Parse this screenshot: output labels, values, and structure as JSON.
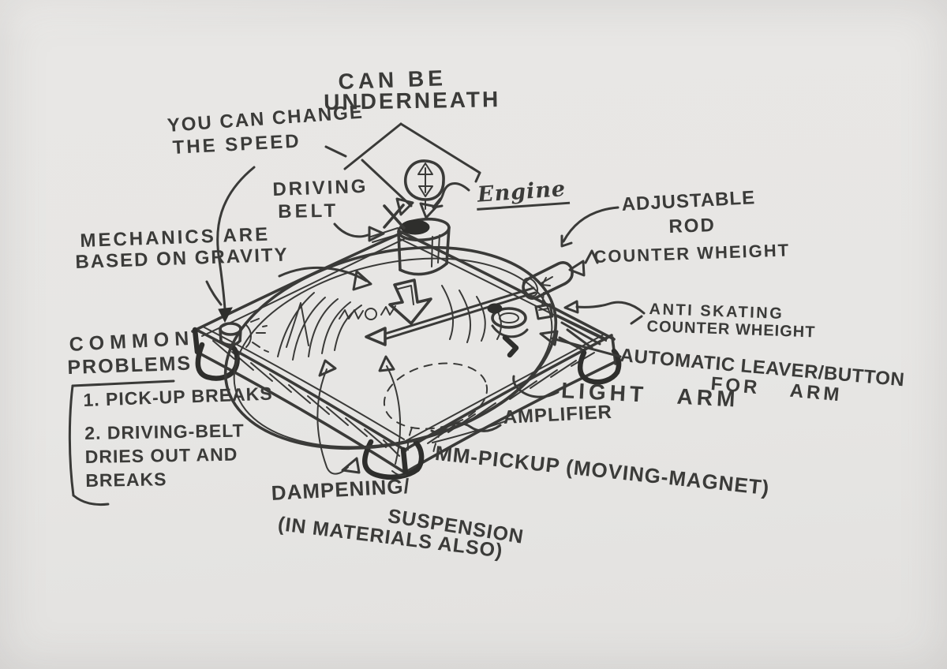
{
  "canvas": {
    "background": "#e7e6e4",
    "ink": "#3a3a38",
    "subject": "hand-drawn turntable sketch with annotations"
  },
  "labels": {
    "can_be": {
      "line1": "CAN BE",
      "line2": "UNDERNEATH"
    },
    "speed": {
      "line1": "YOU CAN CHANGE",
      "line2": "THE SPEED"
    },
    "driving_belt": {
      "line1": "DRIVING",
      "line2": "BELT"
    },
    "engine": {
      "text": "Engine"
    },
    "mechanics": {
      "line1": "MECHANICS ARE",
      "line2": "BASED ON GRAVITY"
    },
    "adjustable_rod": {
      "line1": "ADJUSTABLE",
      "line2": "ROD"
    },
    "counter_weight": {
      "text": "COUNTER WHEIGHT"
    },
    "anti_skating": {
      "line1": "ANTI SKATING",
      "line2": "COUNTER WHEIGHT"
    },
    "automatic_lever": {
      "line1": "AUTOMATIC LEAVER/BUTTON",
      "line2": "FOR ARM"
    },
    "light_arm": {
      "text": "LIGHT ARM"
    },
    "amplifier": {
      "text": "AMPLIFIER"
    },
    "mm_pickup": {
      "text": "MM-PICKUP (MOVING-MAGNET)"
    },
    "dampening": {
      "line1": "DAMPENING/",
      "line2": "SUSPENSION",
      "line3": "(IN MATERIALS ALSO)"
    },
    "common_problems": {
      "title1": "COMMON",
      "title2": "PROBLEMS",
      "item1": "1. PICK-UP BREAKS",
      "item2": "2. DRIVING-BELT DRIES OUT AND BREAKS"
    }
  }
}
